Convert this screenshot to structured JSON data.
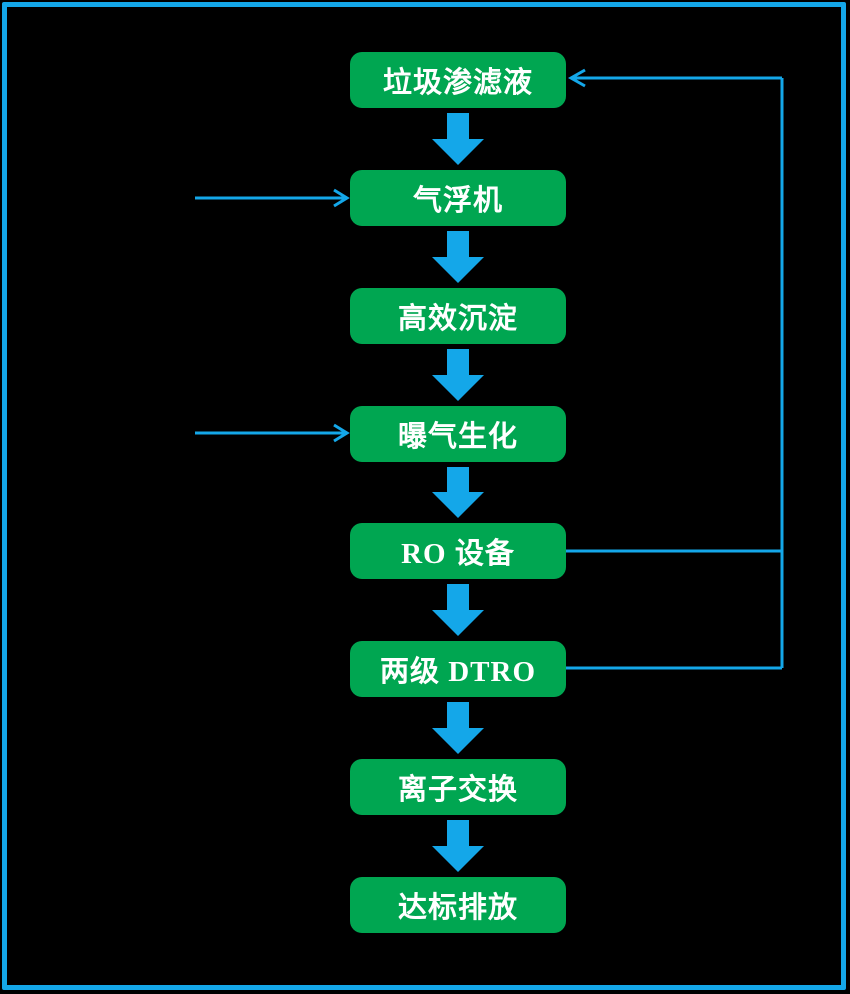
{
  "diagram": {
    "type": "flowchart",
    "description": "Landfill leachate treatment process flow diagram",
    "nodes": [
      {
        "id": "leachate",
        "label": "垃圾渗滤液"
      },
      {
        "id": "air-flotation",
        "label": "气浮机"
      },
      {
        "id": "sedimentation",
        "label": "高效沉淀"
      },
      {
        "id": "aeration",
        "label": "曝气生化"
      },
      {
        "id": "ro-equipment",
        "label": "RO  设备"
      },
      {
        "id": "dtro",
        "label": "两级  DTRO"
      },
      {
        "id": "ion-exchange",
        "label": "离子交换"
      },
      {
        "id": "discharge",
        "label": "达标排放"
      }
    ],
    "edges": [
      {
        "from": "leachate",
        "to": "air-flotation",
        "type": "flow-block-arrow"
      },
      {
        "from": "air-flotation",
        "to": "sedimentation",
        "type": "flow-block-arrow"
      },
      {
        "from": "sedimentation",
        "to": "aeration",
        "type": "flow-block-arrow"
      },
      {
        "from": "aeration",
        "to": "ro-equipment",
        "type": "flow-block-arrow"
      },
      {
        "from": "ro-equipment",
        "to": "dtro",
        "type": "flow-block-arrow"
      },
      {
        "from": "dtro",
        "to": "ion-exchange",
        "type": "flow-block-arrow"
      },
      {
        "from": "ion-exchange",
        "to": "discharge",
        "type": "flow-block-arrow"
      },
      {
        "from": "ro-equipment",
        "to": "leachate",
        "type": "feedback-line"
      },
      {
        "from": "dtro",
        "to": "leachate",
        "type": "feedback-line"
      },
      {
        "from": "external-left",
        "to": "air-flotation",
        "type": "input-arrow"
      },
      {
        "from": "external-left",
        "to": "aeration",
        "type": "input-arrow"
      }
    ],
    "colors": {
      "background": "#000000",
      "node_fill": "#00a651",
      "node_text": "#ffffff",
      "connector": "#14a7e9",
      "frame_border": "#14a7e9"
    }
  }
}
